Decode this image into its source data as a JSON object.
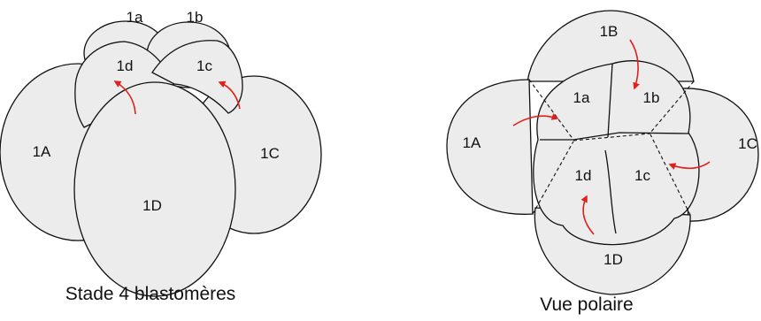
{
  "colors": {
    "cell_fill": "#ececec",
    "outline": "#111111",
    "arrow": "#e0201b"
  },
  "left_panel": {
    "caption": "Stade 4 blastomères",
    "labels": {
      "c1a": "1a",
      "c1b": "1b",
      "c1d": "1d",
      "c1c": "1c",
      "c1A": "1A",
      "c1C": "1C",
      "c1D": "1D"
    }
  },
  "right_panel": {
    "caption": "Vue polaire",
    "labels": {
      "c1B": "1B",
      "c1a": "1a",
      "c1b": "1b",
      "c1A": "1A",
      "c1C": "1C",
      "c1d": "1d",
      "c1c": "1c",
      "c1D": "1D"
    }
  }
}
